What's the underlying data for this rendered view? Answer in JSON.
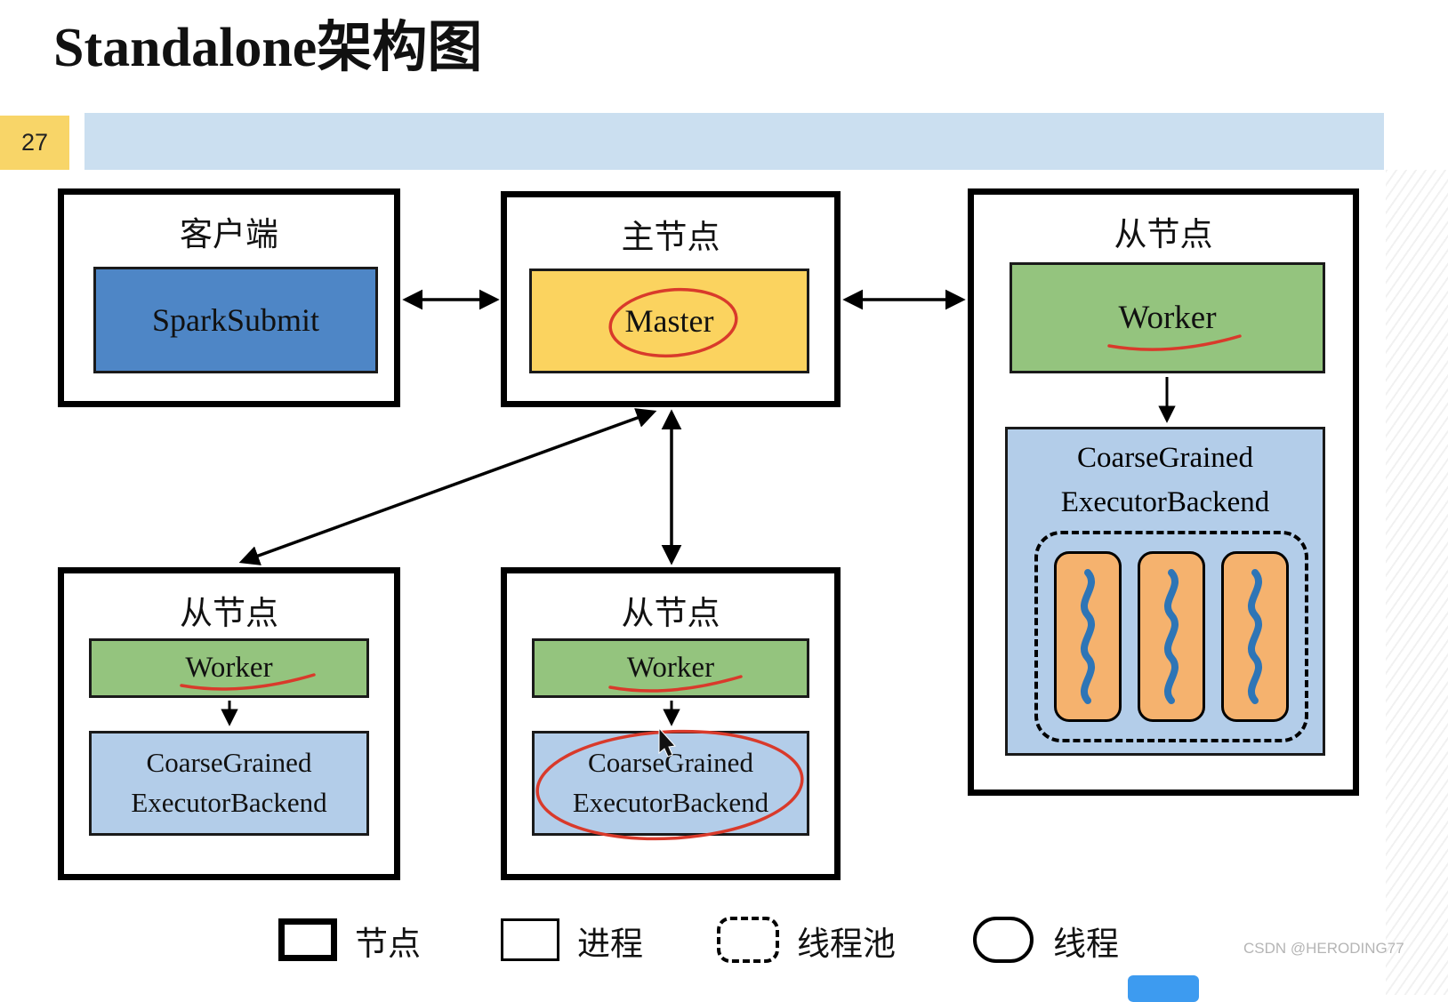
{
  "title": "Standalone架构图",
  "page_badge": "27",
  "watermark": "CSDN @HERODING77",
  "diagram": {
    "client": {
      "title": "客户端",
      "process": "SparkSubmit"
    },
    "master": {
      "title": "主节点",
      "process": "Master"
    },
    "slave_right": {
      "title": "从节点",
      "worker": "Worker",
      "executor": "CoarseGrained\nExecutorBackend",
      "thread_count": 3
    },
    "slave_left": {
      "title": "从节点",
      "worker": "Worker",
      "executor": "CoarseGrained\nExecutorBackend"
    },
    "slave_middle": {
      "title": "从节点",
      "worker": "Worker",
      "executor": "CoarseGrained\nExecutorBackend"
    }
  },
  "legend": {
    "node": "节点",
    "process": "进程",
    "thread_pool": "线程池",
    "thread": "线程"
  },
  "colors": {
    "header_bar": "#cbdff0",
    "page_badge_bg": "#f8d568",
    "spark_submit_fill": "#4e86c6",
    "master_fill": "#fbd35f",
    "worker_fill": "#94c47e",
    "executor_fill": "#b3cde9",
    "thread_fill": "#f5b26e",
    "thread_squiggle": "#2e75b6",
    "annotation_red": "#d93a2b"
  }
}
